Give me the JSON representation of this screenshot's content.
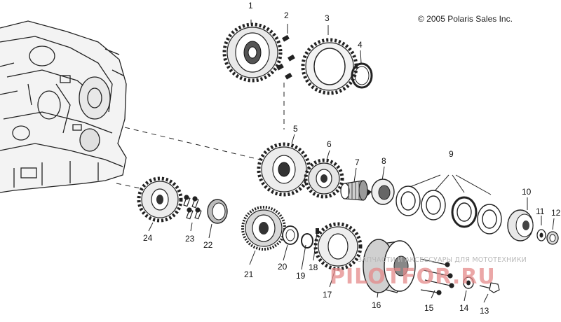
{
  "copyright": "© 2005 Polaris Sales Inc.",
  "watermark": {
    "small": "ЗАПЧАСТИ И АКСЕССУАРЫ ДЛЯ МОТОТЕХНИКИ",
    "big": "PILOTFOR.RU"
  },
  "callouts": {
    "n1": "1",
    "n2": "2",
    "n3": "3",
    "n4": "4",
    "n5": "5",
    "n6": "6",
    "n7": "7",
    "n8": "8",
    "n9": "9",
    "n10": "10",
    "n11": "11",
    "n12": "12",
    "n13": "13",
    "n14": "14",
    "n15": "15",
    "n16": "16",
    "n17": "17",
    "n18": "18",
    "n19": "19",
    "n20": "20",
    "n21": "21",
    "n22": "22",
    "n23": "23",
    "n24": "24"
  }
}
